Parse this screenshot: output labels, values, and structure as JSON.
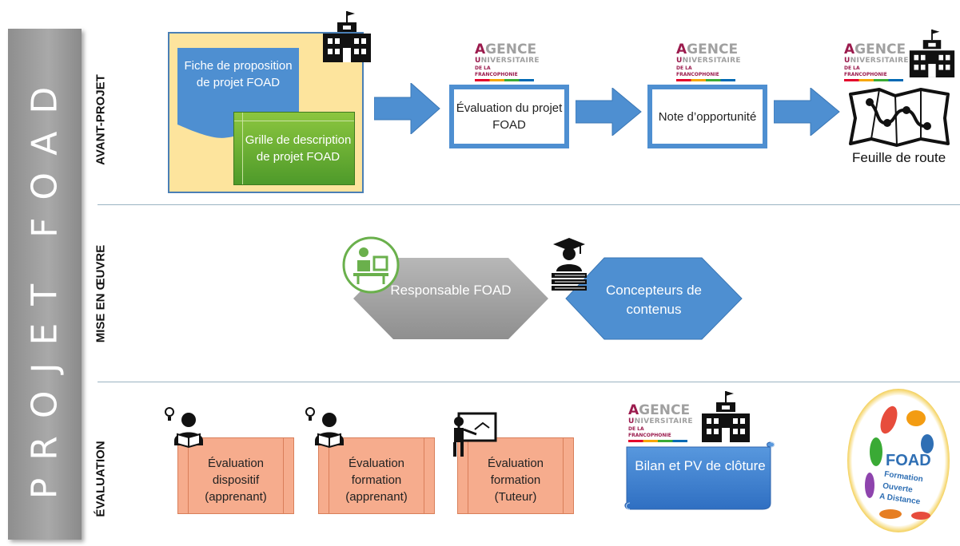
{
  "banner": {
    "title": "PROJET FOAD"
  },
  "sections": {
    "avant_projet": "AVANT-PROJET",
    "mise_en_oeuvre": "MISE EN ŒUVRE",
    "evaluation": "ÉVALUATION"
  },
  "avant_projet": {
    "fiche": "Fiche de proposition de projet FOAD",
    "grille": "Grille de description de projet FOAD",
    "evaluation_projet": "Évaluation du projet FOAD",
    "note": "Note d’opportunité",
    "feuille_de_route": "Feuille de route"
  },
  "mise_en_oeuvre": {
    "responsable": "Responsable FOAD",
    "concepteurs": "Concepteurs de contenus"
  },
  "evaluation": {
    "cards": [
      {
        "label": "Évaluation dispositif (apprenant)"
      },
      {
        "label": "Évaluation formation (apprenant)"
      },
      {
        "label": "Évaluation formation (Tuteur)"
      }
    ],
    "bilan": "Bilan et PV de clôture"
  },
  "logo_auf": {
    "line1_initial": "A",
    "line1_rest": "GENCE",
    "line2_initial": "U",
    "line2_rest": "NIVERSITAIRE",
    "line3": "DE LA FRANCOPHONIE"
  },
  "foad_badge": {
    "title": "FOAD",
    "line1": "Formation",
    "line2": "Ouverte",
    "line3": "A Distance"
  },
  "colors": {
    "blue": "#4e8fd1",
    "green": "#5ba32f",
    "yellow_panel": "#fde49d",
    "orange_card": "#f6ac8d",
    "grey_hex": "#a8a8a8",
    "auf_red": "#9b1b4d"
  },
  "icons": [
    "school-building-icon",
    "arrow-right-icon",
    "roadmap-icon",
    "desk-worker-icon",
    "graduate-books-icon",
    "reader-idea-icon",
    "teacher-board-icon"
  ]
}
